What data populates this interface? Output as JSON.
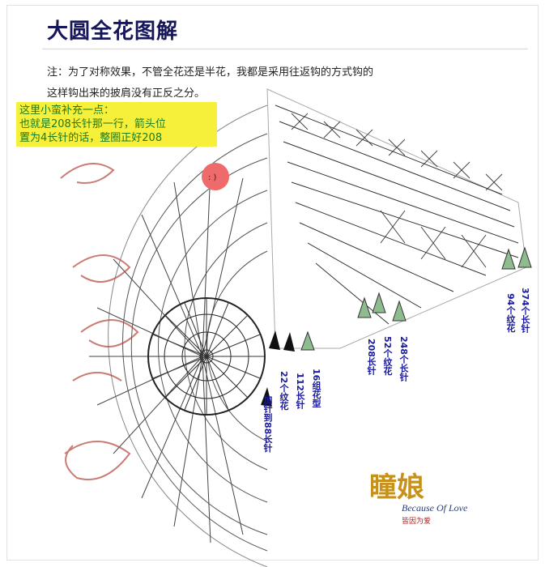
{
  "title": "大圆全花图解",
  "note": {
    "line1": "注：为了对称效果，不管全花还是半花，我都是采用往返钩的方式钩的",
    "line2": "这样钩出来的披肩没有正反之分。"
  },
  "supplement": {
    "line1": "这里小蛮补充一点：",
    "line2": "也就是208长针那一行，箭头位",
    "line3": "置为4长针的话，整圈正好208"
  },
  "labels": {
    "l1": "16组花型",
    "l2": "112长针",
    "l3": "22个纹花",
    "l4": "加针到88长针",
    "l5": "248个长针",
    "l6": "52个纹花",
    "l7": "208长针",
    "l8": "374个长针",
    "l9": "94个纹花"
  },
  "brand": {
    "chinese": "瞳娘",
    "english": "Because Of Love",
    "subtitle": "皆因为爱"
  },
  "colors": {
    "arrow_green": "#8fbc8f",
    "arrow_black": "#111111",
    "label_blue": "#1a1aa0",
    "highlight_yellow": "#f7f03a",
    "heart_pink": "#ef6a6a",
    "brand_gold": "#c7921c"
  }
}
